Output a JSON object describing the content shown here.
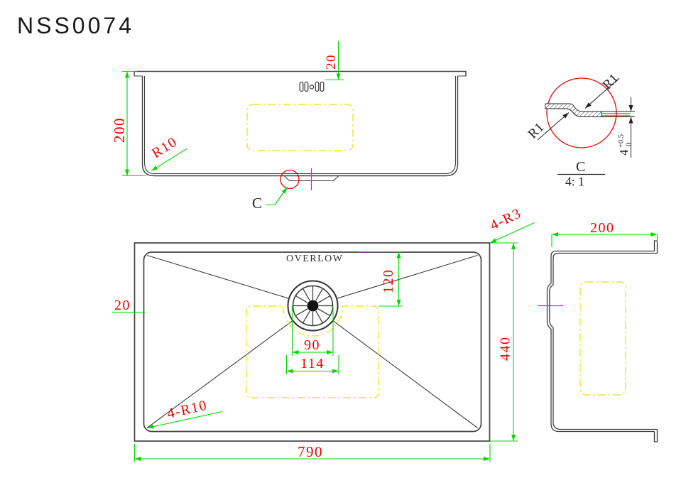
{
  "title": "NSS0074",
  "colors": {
    "dimension_red": "#ee0000",
    "dimension_green": "#00d800",
    "auxiliary_yellow": "#eee32e",
    "centerline_magenta": "#ff00ff",
    "line_dark": "#3f3f3f"
  },
  "front_view": {
    "dim_height": "200",
    "dim_hole_offset": "20",
    "corner_radius": "R10",
    "detail_ref_label": "C"
  },
  "detail_view": {
    "radius_top": "R1",
    "radius_bottom": "R1",
    "thickness": "4",
    "tolerance_upper": "+0.5",
    "tolerance_lower": "0",
    "label": "C",
    "scale": "4: 1"
  },
  "plan_view": {
    "overflow_label": "OVERLOW",
    "dim_rim": "20",
    "dim_drain_offset": "120",
    "dim_drain_diameter": "90",
    "dim_recess_width": "114",
    "dim_width": "790",
    "dim_depth": "440",
    "outer_corner_label": "4-R3",
    "inner_corner_label": "4-R10"
  },
  "side_view": {
    "dim_depth": "200"
  }
}
